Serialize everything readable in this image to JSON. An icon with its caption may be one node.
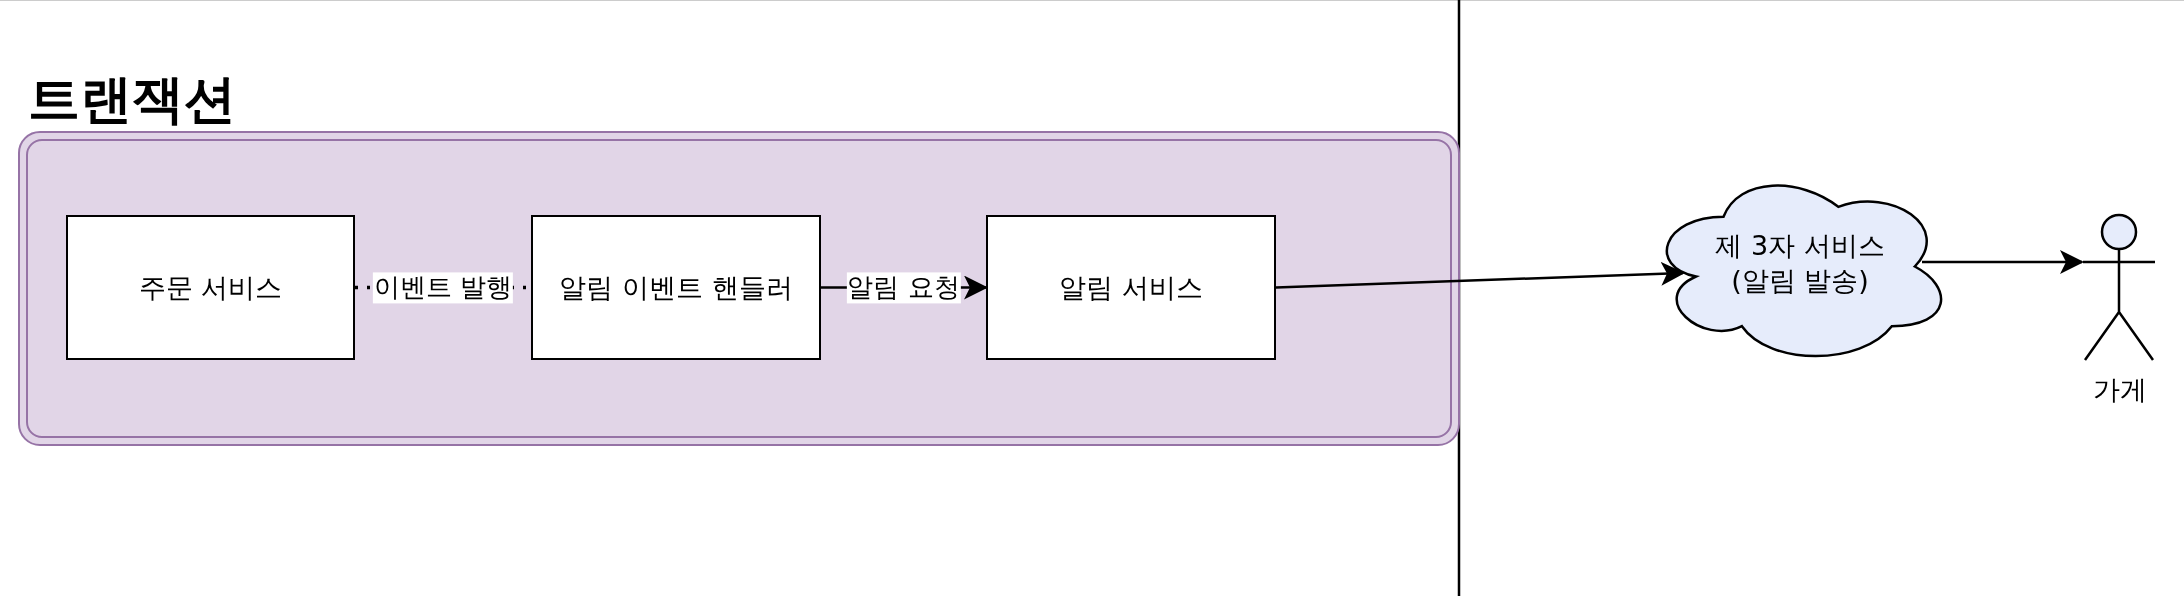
{
  "diagram": {
    "nodes": [
      {
        "text": [
          "트랜잭션"
        ]
      },
      {
        "text": [
          "주문 서비스"
        ],
        "in": 0
      },
      {
        "text": [
          "알림 이벤트 핸들러"
        ],
        "in": 0
      },
      {
        "text": [
          "알림 서비스"
        ],
        "in": 0
      },
      {
        "text": [
          "제 3자 서비스 (알림 발송)"
        ]
      },
      {
        "text": [
          "가게"
        ]
      }
    ],
    "edges": [
      {
        "from": 1,
        "to": 2,
        "arrow": "none",
        "label": "이벤트 발행",
        "style": "dashed"
      },
      {
        "from": 2,
        "to": 3,
        "arrow": "to",
        "label": "알림 요청"
      },
      {
        "from": 3,
        "to": 4,
        "arrow": "to"
      },
      {
        "from": 4,
        "to": 5,
        "arrow": "to"
      }
    ]
  }
}
